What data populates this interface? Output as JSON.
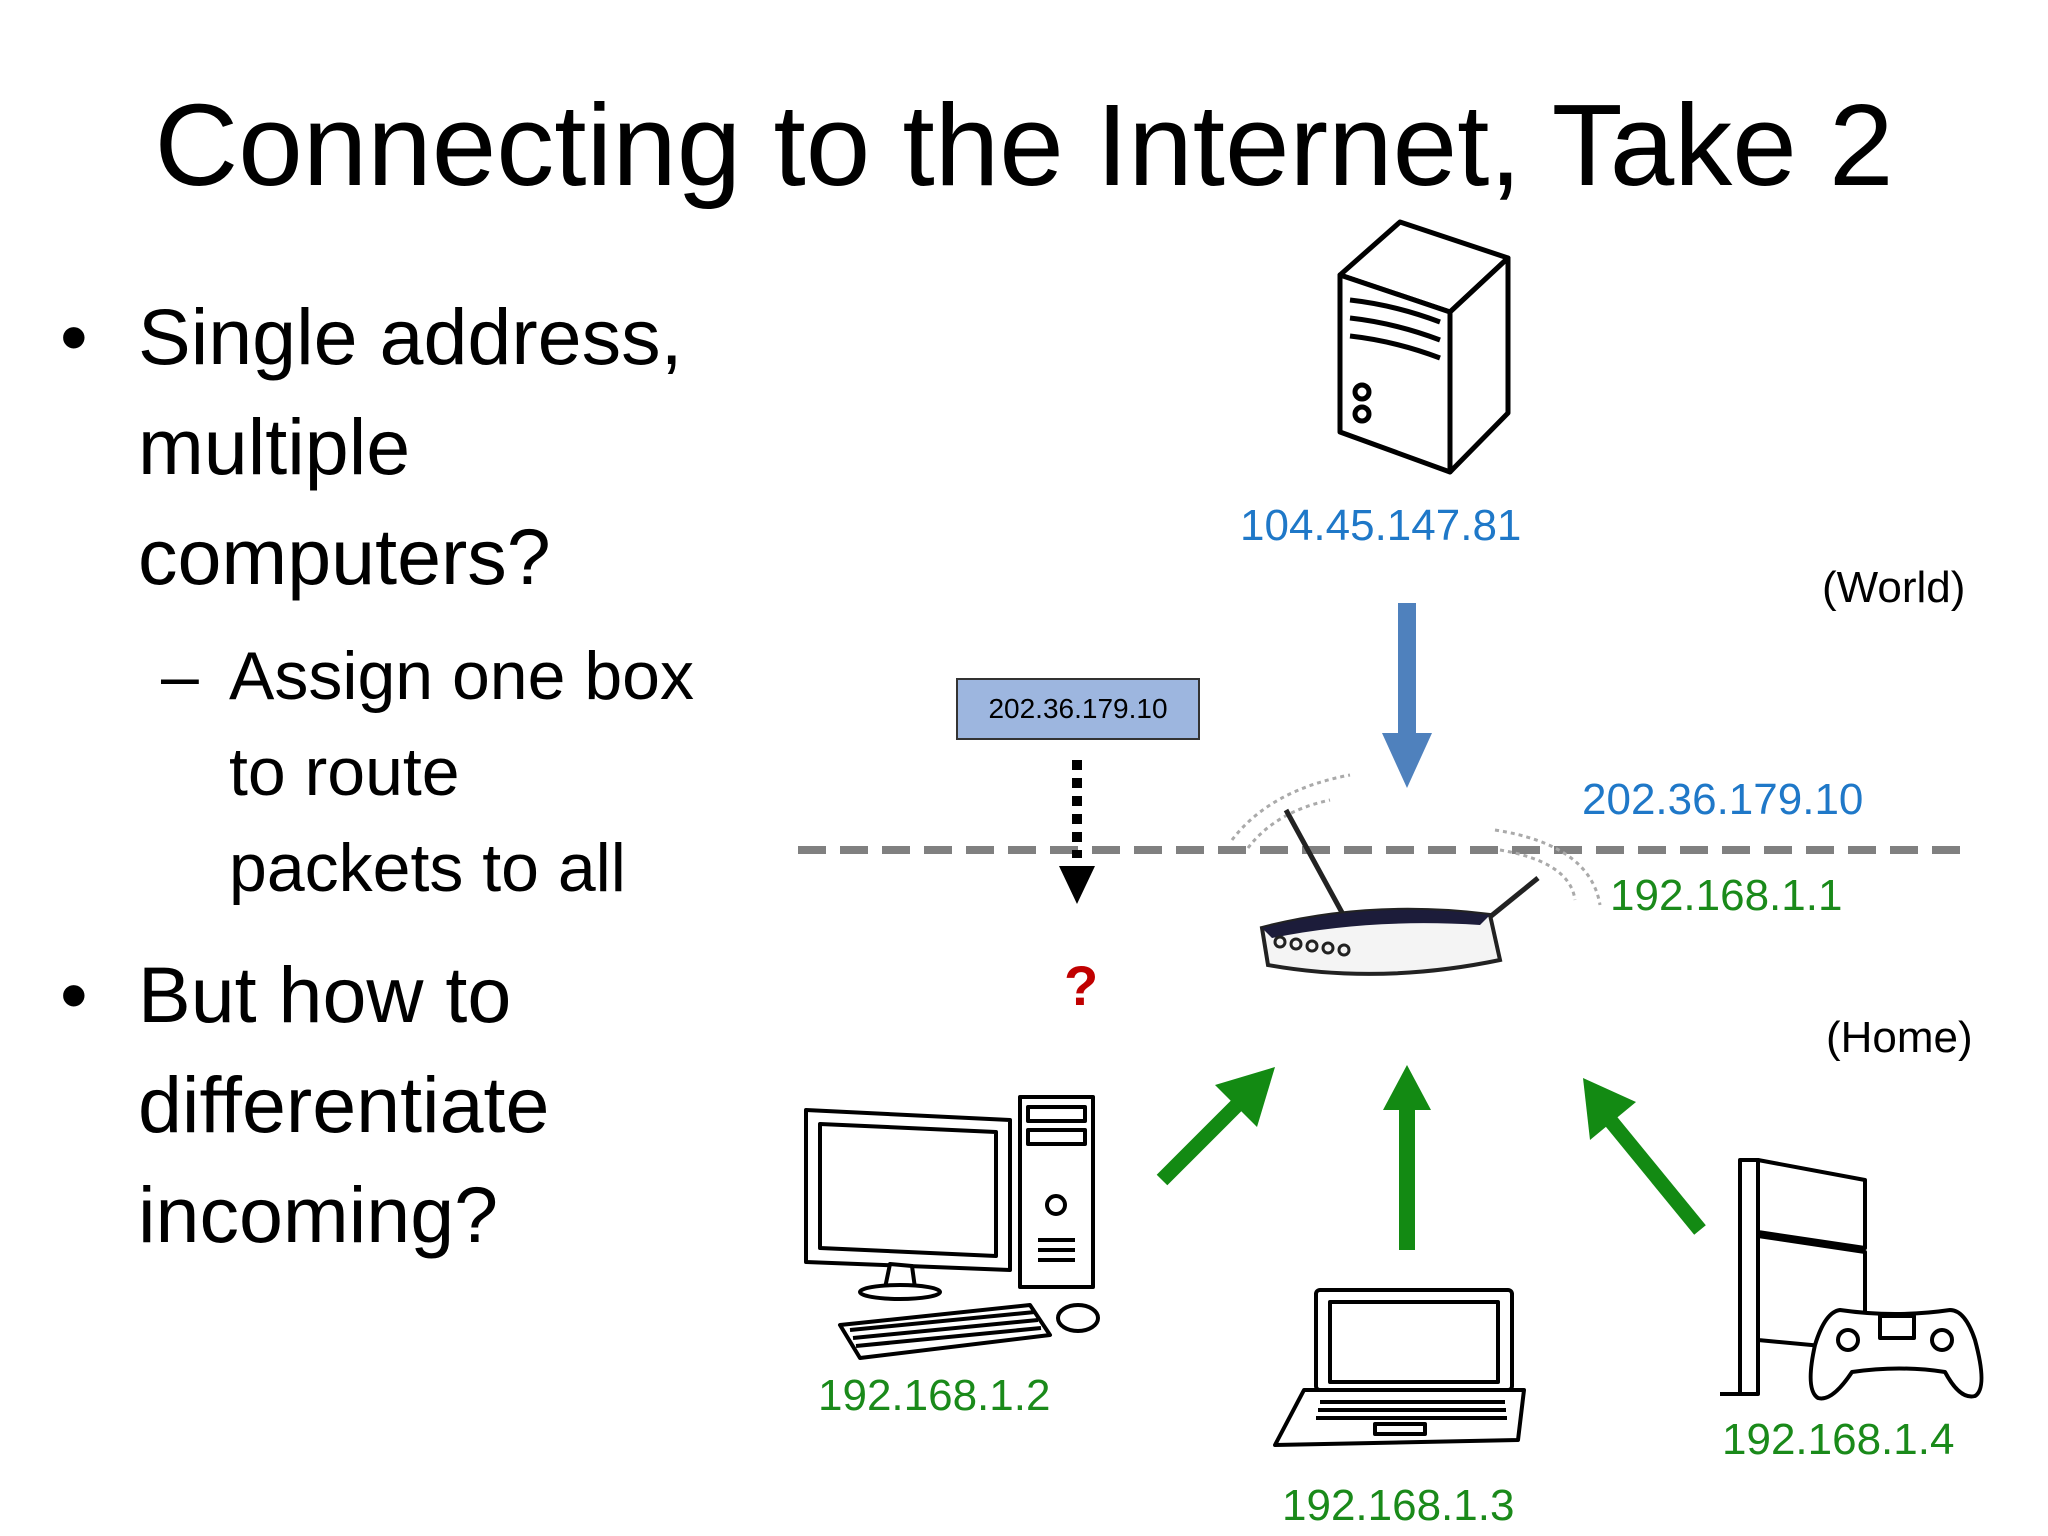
{
  "slide": {
    "title": "Connecting to the Internet, Take 2",
    "bullets": [
      {
        "symbol": "•",
        "text": "Single address, multiple computers?"
      },
      {
        "symbol": "•",
        "text": "But how to differentiate incoming?"
      }
    ],
    "sub_bullet": {
      "symbol": "–",
      "text": "Assign one box to route packets to all"
    }
  },
  "diagram": {
    "server_ip": "104.45.147.81",
    "world_label": "(World)",
    "home_label": "(Home)",
    "packet_label": "202.36.179.10",
    "router_public_ip": "202.36.179.10",
    "router_private_ip": "192.168.1.1",
    "unknown_mark": "?",
    "devices": [
      {
        "icon": "desktop-computer-icon",
        "ip": "192.168.1.2"
      },
      {
        "icon": "laptop-icon",
        "ip": "192.168.1.3"
      },
      {
        "icon": "game-console-icon",
        "ip": "192.168.1.4"
      }
    ],
    "colors": {
      "public": "#1f78c8",
      "private": "#1a8a1a",
      "arrow_blue": "#4f81bd",
      "arrow_green": "#138a13",
      "question": "#c00000",
      "packet_fill": "#9db6df"
    }
  }
}
